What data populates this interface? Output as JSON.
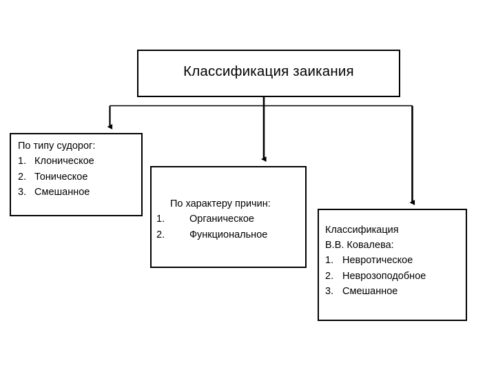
{
  "diagram": {
    "type": "hierarchy-tree",
    "background_color": "#ffffff",
    "line_color": "#000000",
    "box_border_color": "#000000",
    "box_fill_color": "#ffffff",
    "root": {
      "title": "Классификация заикания"
    },
    "branches": [
      {
        "id": "by-convulsion-type",
        "heading": "По типу судорог:",
        "items": [
          {
            "number": "1.",
            "label": "Клоническое"
          },
          {
            "number": "2.",
            "label": "Тоническое"
          },
          {
            "number": "3.",
            "label": "Смешанное"
          }
        ]
      },
      {
        "id": "by-cause-character",
        "heading": "По характеру причин:",
        "items": [
          {
            "number": "1.",
            "label": "Органическое"
          },
          {
            "number": "2.",
            "label": "Функциональное"
          }
        ]
      },
      {
        "id": "kovalev-classification",
        "heading": "Классификация",
        "heading_second": "В.В. Ковалева:",
        "items": [
          {
            "number": "1.",
            "label": "Невротическое"
          },
          {
            "number": "2.",
            "label": "Неврозоподобное"
          },
          {
            "number": "3.",
            "label": "Смешанное"
          }
        ]
      }
    ]
  }
}
